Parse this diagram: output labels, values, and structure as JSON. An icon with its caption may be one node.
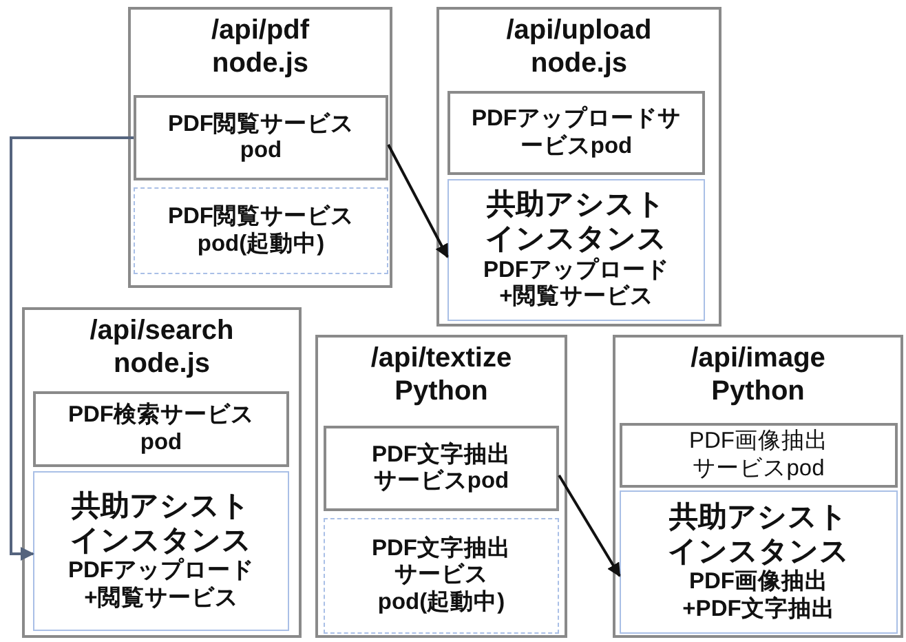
{
  "diagram": {
    "nodes": [
      {
        "text": [
          "/api/pdf",
          "node.js"
        ]
      },
      {
        "text": [
          "PDF閲覧サービス pod"
        ],
        "in": 0
      },
      {
        "text": [
          "PDF閲覧サービス pod(起動中)"
        ],
        "in": 0
      },
      {
        "text": [
          "/api/upload",
          "node.js"
        ]
      },
      {
        "text": [
          "PDFアップロードサービスpod"
        ],
        "in": 3
      },
      {
        "text": [
          "共助アシストインスタンス",
          "PDFアップロード+閲覧サービス"
        ],
        "in": 3
      },
      {
        "text": [
          "/api/search",
          "node.js"
        ]
      },
      {
        "text": [
          "PDF検索サービス pod"
        ],
        "in": 6
      },
      {
        "text": [
          "共助アシストインスタンス",
          "PDFアップロード+閲覧サービス"
        ],
        "in": 6
      },
      {
        "text": [
          "/api/textize",
          "Python"
        ]
      },
      {
        "text": [
          "PDF文字抽出サービスpod"
        ],
        "in": 9
      },
      {
        "text": [
          "PDF文字抽出サービスpod(起動中)"
        ],
        "in": 9
      },
      {
        "text": [
          "/api/image",
          "Python"
        ]
      },
      {
        "text": [
          "PDF画像抽出サービスpod"
        ],
        "in": 12
      },
      {
        "text": [
          "共助アシストインスタンス",
          "PDF画像抽出+PDF文字抽出"
        ],
        "in": 12
      }
    ],
    "edges": [
      {
        "from": 1,
        "to": 5,
        "arrow": "to"
      },
      {
        "from": 1,
        "to": 8,
        "arrow": "to",
        "color": "#55647e"
      },
      {
        "from": 10,
        "to": 14,
        "arrow": "to"
      }
    ]
  }
}
